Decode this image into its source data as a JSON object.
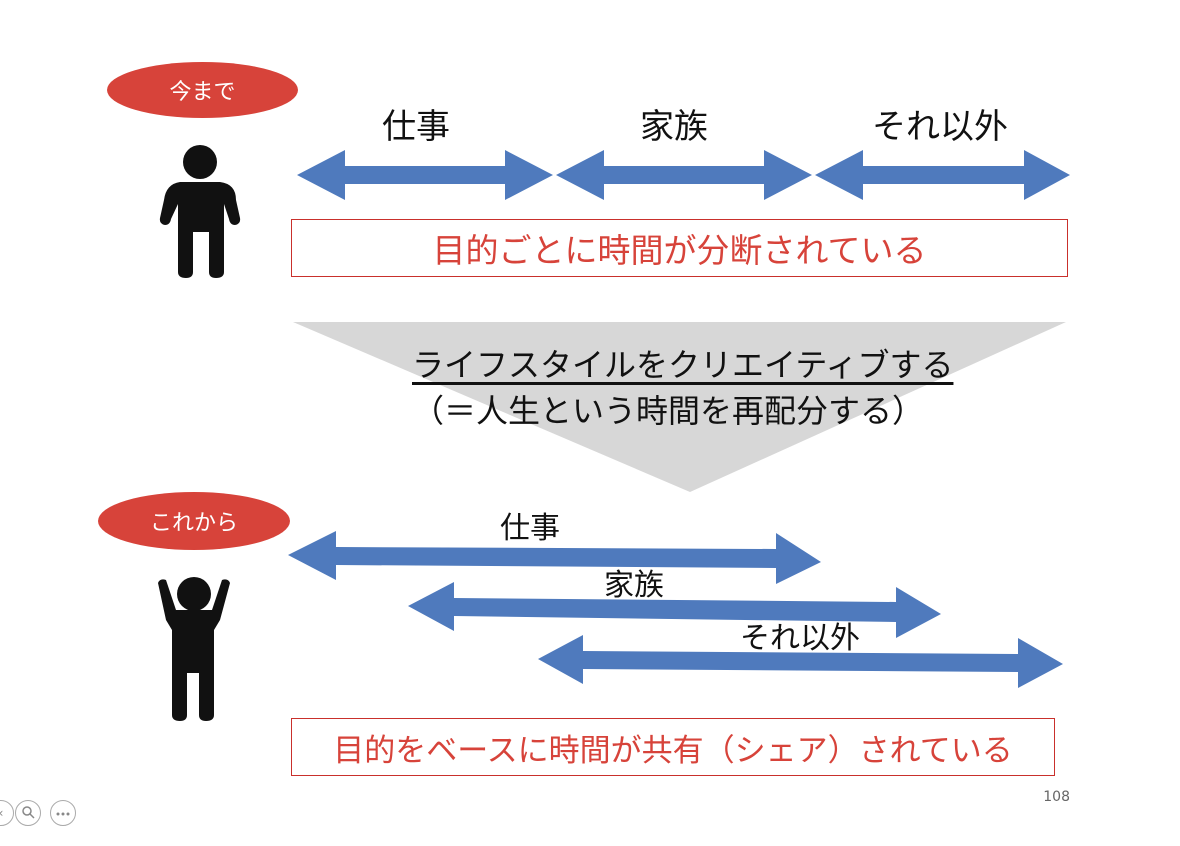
{
  "before": {
    "badge": "今まで",
    "labels": [
      "仕事",
      "家族",
      "それ以外"
    ],
    "statement": "目的ごとに時間が分断されている"
  },
  "transition": {
    "line1": "ライフスタイルをクリエイティブする",
    "line2": "（＝人生という時間を再配分する）"
  },
  "after": {
    "badge": "これから",
    "labels": [
      "仕事",
      "家族",
      "それ以外"
    ],
    "statement": "目的をベースに時間が共有（シェア）されている"
  },
  "page_number": "108",
  "controls": {
    "zoom_icon": "magnifier-icon",
    "more_icon": "ellipsis-icon"
  },
  "colors": {
    "badge_red": "#d7433a",
    "arrow_blue": "#4f7abd",
    "statement_red": "#d7433a",
    "triangle_gray": "#d7d7d7"
  }
}
